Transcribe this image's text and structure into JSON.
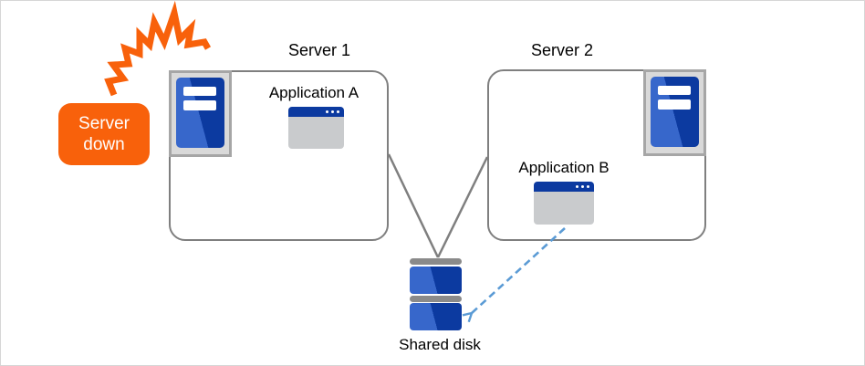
{
  "alert": {
    "label": "Server down"
  },
  "servers": [
    {
      "title": "Server 1",
      "app": "Application A"
    },
    {
      "title": "Server 2",
      "app": "Application B"
    }
  ],
  "disk": {
    "label": "Shared disk"
  },
  "icons": {
    "explosion": "explosion-zigzag",
    "server_unit": "rack-server",
    "application_window": "app-window",
    "shared_disk": "disk-stack",
    "arrow": "dashed-arrow-to-disk"
  },
  "colors": {
    "alert_orange": "#F8610B",
    "server_blue_light": "#3767CB",
    "server_blue_dark": "#0C3AA0",
    "box_border_gray": "#7F7F7F",
    "tray_fill": "#D9D9D9",
    "tray_border": "#A6A6A6",
    "window_body_gray": "#C9CBCD",
    "disk_cap_gray": "#8A8A8A",
    "arrow_blue": "#5B9BD5",
    "text": "#000000",
    "background": "#FFFFFF"
  }
}
